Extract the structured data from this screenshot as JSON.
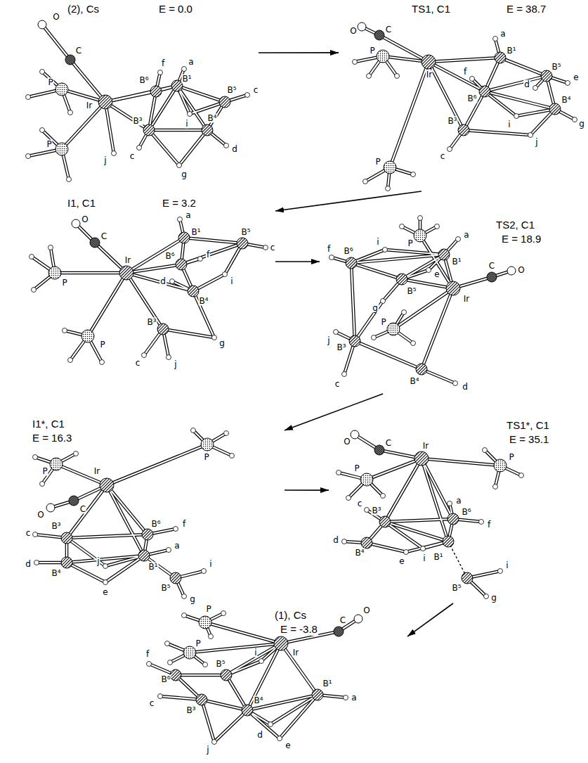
{
  "diagram": {
    "nodes": [
      {
        "text": [
          "(2), Cs",
          "E = 0.0"
        ]
      },
      {
        "text": [
          "TS1, C1",
          "E = 38.7"
        ]
      },
      {
        "text": [
          "I1, C1",
          "E = 3.2"
        ]
      },
      {
        "text": [
          "TS2, C1",
          "E = 18.9"
        ]
      },
      {
        "text": [
          "I1*, C1",
          "E = 16.3"
        ]
      },
      {
        "text": [
          "TS1*, C1",
          "E = 35.1"
        ]
      },
      {
        "text": [
          "(1), Cs",
          "E = -3.8"
        ]
      }
    ],
    "edges": [
      {
        "from": 0,
        "to": 1,
        "arrow": "to"
      },
      {
        "from": 1,
        "to": 2,
        "arrow": "to"
      },
      {
        "from": 2,
        "to": 3,
        "arrow": "to"
      },
      {
        "from": 3,
        "to": 4,
        "arrow": "to"
      },
      {
        "from": 4,
        "to": 5,
        "arrow": "to"
      },
      {
        "from": 5,
        "to": 6,
        "arrow": "to"
      }
    ],
    "labels": [
      "O",
      "C",
      "P",
      "Ir",
      "f",
      "a",
      "B⁶",
      "B¹",
      "B⁵",
      "c",
      "i",
      "B³",
      "B⁴",
      "j",
      "c",
      "d",
      "P",
      "g",
      "O",
      "C",
      "P",
      "Ir",
      "a",
      "B¹",
      "f",
      "B⁶",
      "d",
      "B⁵",
      "e",
      "B⁴",
      "g",
      "i",
      "j",
      "B³",
      "c",
      "P",
      "O",
      "C",
      "P",
      "Ir",
      "a",
      "B¹",
      "B⁶",
      "f",
      "B⁵",
      "c",
      "d",
      "i",
      "B⁴",
      "P",
      "B³",
      "g",
      "c",
      "j",
      "P",
      "a",
      "B¹",
      "i",
      "e",
      "f",
      "B⁶",
      "B⁵",
      "Ir",
      "C",
      "O",
      "g",
      "j",
      "P",
      "B³",
      "c",
      "B⁴",
      "d",
      "P",
      "O",
      "C",
      "Ir",
      "P",
      "B³",
      "c",
      "B⁶",
      "f",
      "d",
      "B⁴",
      "a",
      "B¹",
      "j",
      "e",
      "i",
      "B⁵",
      "g",
      "O",
      "C",
      "P",
      "Ir",
      "P",
      "c",
      "B³",
      "d",
      "B⁴",
      "e",
      "i",
      "a",
      "B⁶",
      "f",
      "B¹",
      "i",
      "B⁵",
      "g",
      "P",
      "P",
      "Ir",
      "C",
      "O",
      "f",
      "B⁶",
      "B⁵",
      "i",
      "B¹",
      "a",
      "c",
      "B³",
      "B⁴",
      "d",
      "e",
      "j"
    ]
  }
}
